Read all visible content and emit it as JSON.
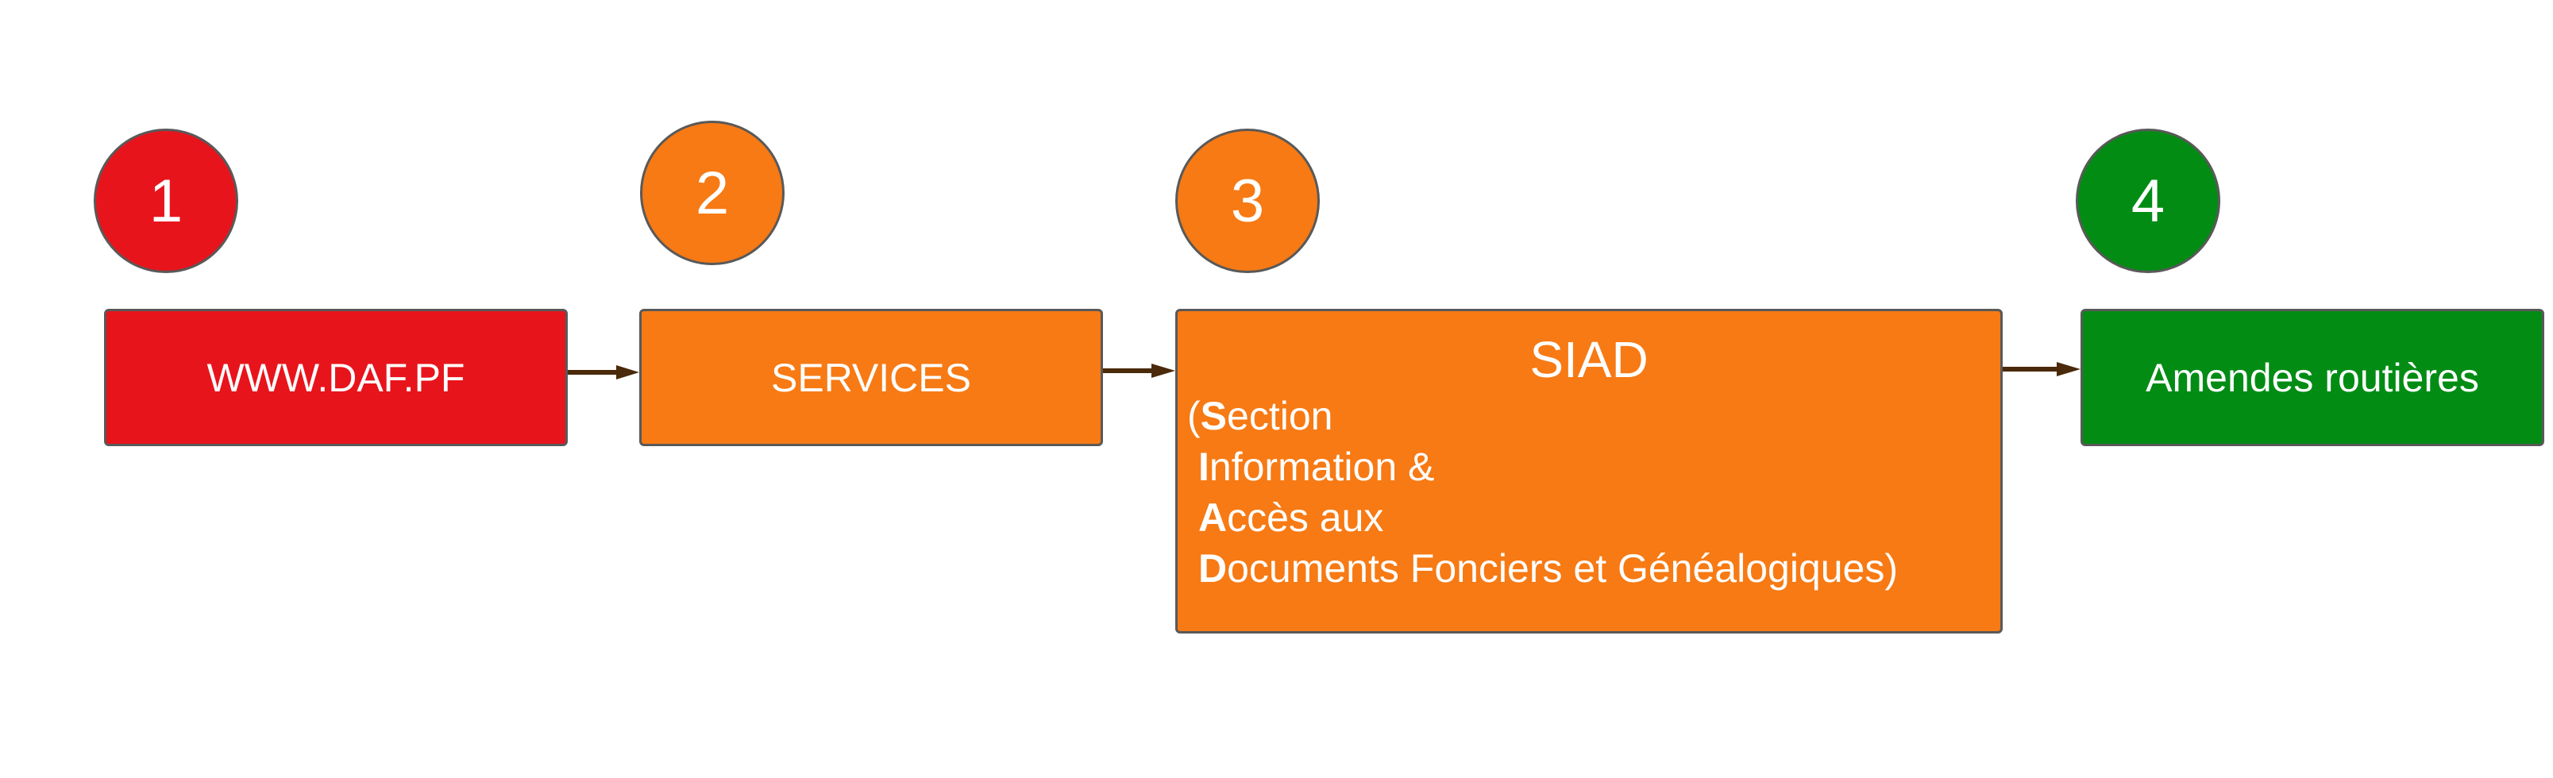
{
  "colors": {
    "red": "#e8141c",
    "orange": "#f77a14",
    "green": "#028c14",
    "border": "#595959",
    "arrow": "#4a2a0a"
  },
  "steps": [
    {
      "number": "1",
      "label": "WWW.DAF.PF",
      "color": "#e8141c"
    },
    {
      "number": "2",
      "label": "SERVICES",
      "color": "#f77a14"
    },
    {
      "number": "3",
      "label": "SIAD",
      "color": "#f77a14"
    },
    {
      "number": "4",
      "label": "Amendes routières",
      "color": "#028c14"
    }
  ],
  "siad_expansion": [
    {
      "prefix": "(",
      "initial": "S",
      "rest": "ection"
    },
    {
      "prefix": "",
      "initial": "I",
      "rest": "nformation &"
    },
    {
      "prefix": "",
      "initial": "A",
      "rest": "ccès aux"
    },
    {
      "prefix": "",
      "initial": "D",
      "rest": "ocuments Fonciers et Généalogiques)"
    }
  ]
}
